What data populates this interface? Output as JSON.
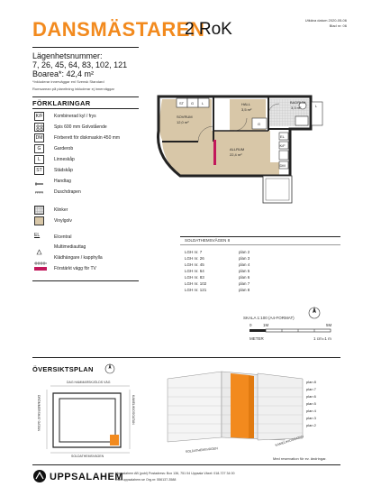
{
  "header": {
    "title": "DANSMÄSTAREN",
    "subtitle": "2 RoK",
    "date_line": "Utkäva datum 2020-05-06",
    "page_line": "Blad nr: 06"
  },
  "apartment": {
    "numbers_label": "Lägenhetsnummer:",
    "numbers": "7, 26, 45, 64, 83, 102, 121",
    "area": "Boarea*: 42,4 m²",
    "area_note": "*Inkluderar innerväggar enl Svensk Standard",
    "room_note": "Rumsarean på planritning inkluderar ej innerväggar"
  },
  "legend": {
    "title": "FÖRKLARINGAR",
    "items": [
      {
        "code": "K/F",
        "text": "Kombinerad kyl / frys"
      },
      {
        "code": "",
        "text": "Spis 600 mm Golvstående"
      },
      {
        "code": "DM",
        "text": "Förberett för diskmaskin 450 mm"
      },
      {
        "code": "G",
        "text": "Garderob"
      },
      {
        "code": "L",
        "text": "Linneskåp"
      },
      {
        "code": "ST",
        "text": "Städskåp"
      },
      {
        "code": "",
        "text": "Handtag"
      },
      {
        "code": "",
        "text": "Duschdrapen"
      },
      {
        "code": "",
        "text": "Klinker"
      },
      {
        "code": "",
        "text": "Vinylgolv"
      },
      {
        "code": "EL",
        "text": "Elcentral"
      },
      {
        "code": "",
        "text": "Multimediauttag"
      },
      {
        "code": "",
        "text": "Klädhängare / kapphylla"
      },
      {
        "code": "",
        "text": "Förstärkt vägg för TV"
      }
    ]
  },
  "plan": {
    "rooms": [
      {
        "name": "SOVRUM",
        "area": "12,0 m²"
      },
      {
        "name": "HALL",
        "area": "3,5 m²"
      },
      {
        "name": "BADRUM",
        "area": "3,3 m²"
      },
      {
        "name": "ALLRUM",
        "area": "22,4 m²"
      }
    ],
    "codes": {
      "st": "ST",
      "g": "G",
      "l": "L",
      "g2": "G",
      "el": "EL",
      "kf": "K/F",
      "dm": "DM",
      "l2": "L"
    }
  },
  "stairs_table": {
    "title": "SOLDATHEMSVÄGEN 8",
    "rows": [
      {
        "lgh": "LGH nr. 7",
        "plan": "plan 2"
      },
      {
        "lgh": "LGH nr. 26",
        "plan": "plan 3"
      },
      {
        "lgh": "LGH nr. 45",
        "plan": "plan 4"
      },
      {
        "lgh": "LGH nr. 64",
        "plan": "plan 5"
      },
      {
        "lgh": "LGH nr. 83",
        "plan": "plan 6"
      },
      {
        "lgh": "LGH nr. 102",
        "plan": "plan 7"
      },
      {
        "lgh": "LGH nr. 121",
        "plan": "plan 8"
      }
    ]
  },
  "scale": {
    "text": "SKALA 1:100 (A4-FORMAT)",
    "ticks": [
      "0",
      "1M",
      "5M"
    ],
    "unit": "METER",
    "cm": "1 cm=1 m"
  },
  "overview": {
    "title": "ÖVERSIKTSPLAN",
    "street_top": "DAG HAMMARSKJÖLDS VÄG",
    "street_left": "DRÖMMERSHAT GATAN",
    "street_right": "KAMELIKIOSGATAN",
    "street_bottom": "SOLDATHEMSVÄGEN",
    "street_3d": "SOLDATHEMSVÄGEN",
    "street_3d_right": "KAMELIKIOSGATAN",
    "floors": [
      "plan 8",
      "plan 7",
      "plan 6",
      "plan 5",
      "plan 4",
      "plan 3",
      "plan 2"
    ]
  },
  "footer": {
    "brand": "UPPSALAHEM",
    "line1": "Uppsalahem AB (publ)  Postadress: Box 136, 751 04 Uppsala  Växel: 018-727 34 00",
    "line2": "www.uppsalahem.se  Org.nr: 556137-3588",
    "reservation": "Med reservation för ev. ändringar."
  },
  "colors": {
    "accent": "#f28a1e",
    "floor": "#d8c7a8",
    "tile": "#cfcfcf"
  }
}
